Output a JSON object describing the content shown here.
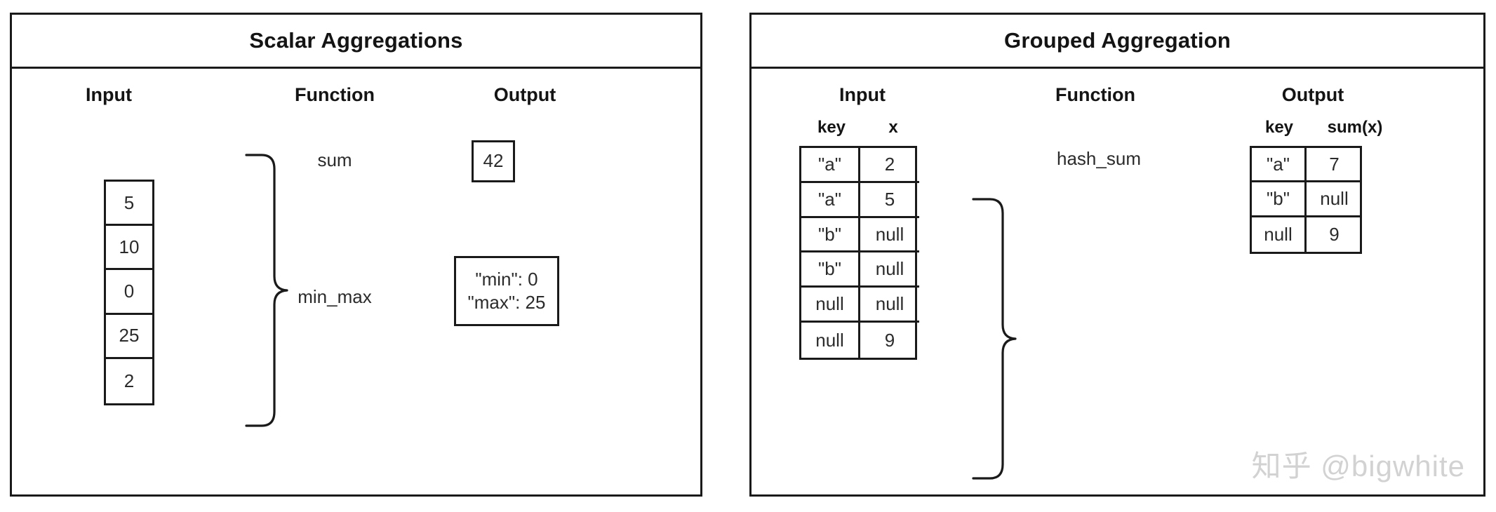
{
  "panels": {
    "scalar": {
      "title": "Scalar Aggregations",
      "columns": {
        "input": "Input",
        "function": "Function",
        "output": "Output"
      },
      "input_values": [
        "5",
        "10",
        "0",
        "25",
        "2"
      ],
      "rows": [
        {
          "function": "sum",
          "output_lines": [
            "42"
          ]
        },
        {
          "function": "min_max",
          "output_lines": [
            "\"min\": 0",
            "\"max\": 25"
          ]
        }
      ]
    },
    "grouped": {
      "title": "Grouped Aggregation",
      "columns": {
        "input": "Input",
        "function": "Function",
        "output": "Output"
      },
      "input_table": {
        "headers": [
          "key",
          "x"
        ],
        "rows": [
          [
            "\"a\"",
            "2"
          ],
          [
            "\"a\"",
            "5"
          ],
          [
            "\"b\"",
            "null"
          ],
          [
            "\"b\"",
            "null"
          ],
          [
            "null",
            "null"
          ],
          [
            "null",
            "9"
          ]
        ]
      },
      "function": "hash_sum",
      "output_table": {
        "headers": [
          "key",
          "sum(x)"
        ],
        "rows": [
          [
            "\"a\"",
            "7"
          ],
          [
            "\"b\"",
            "null"
          ],
          [
            "null",
            "9"
          ]
        ]
      }
    }
  },
  "watermark": "知乎 @bigwhite",
  "colors": {
    "stroke": "#1a1a1a",
    "text": "#2b2b2b",
    "heading": "#141414",
    "watermark": "#d2d2d2",
    "background": "#ffffff"
  }
}
